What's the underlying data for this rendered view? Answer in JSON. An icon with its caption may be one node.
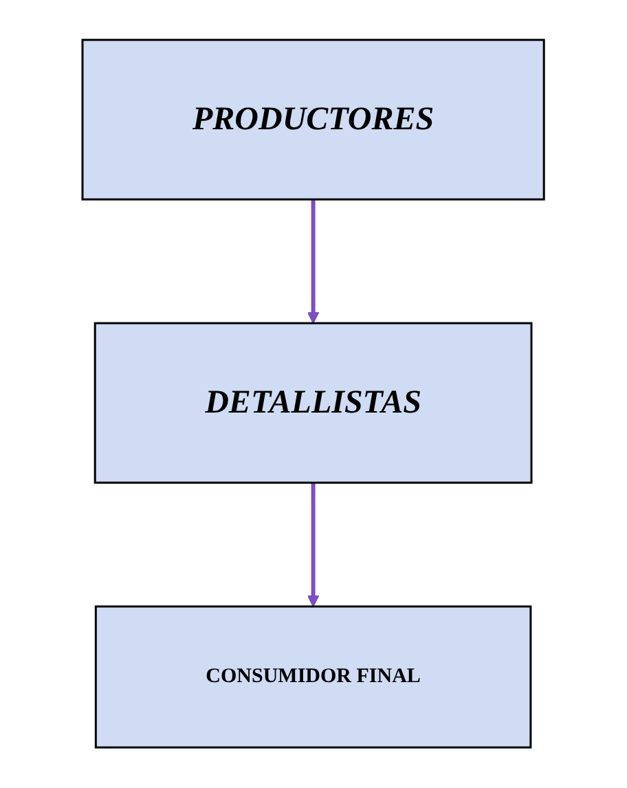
{
  "diagram": {
    "nodes": [
      {
        "text": [
          "PRODUCTORES"
        ]
      },
      {
        "text": [
          "DETALLISTAS"
        ]
      },
      {
        "text": [
          "CONSUMIDOR FINAL"
        ]
      }
    ],
    "edges": [
      {
        "from": 0,
        "to": 1,
        "arrow": "to"
      },
      {
        "from": 1,
        "to": 2,
        "arrow": "to"
      }
    ]
  }
}
